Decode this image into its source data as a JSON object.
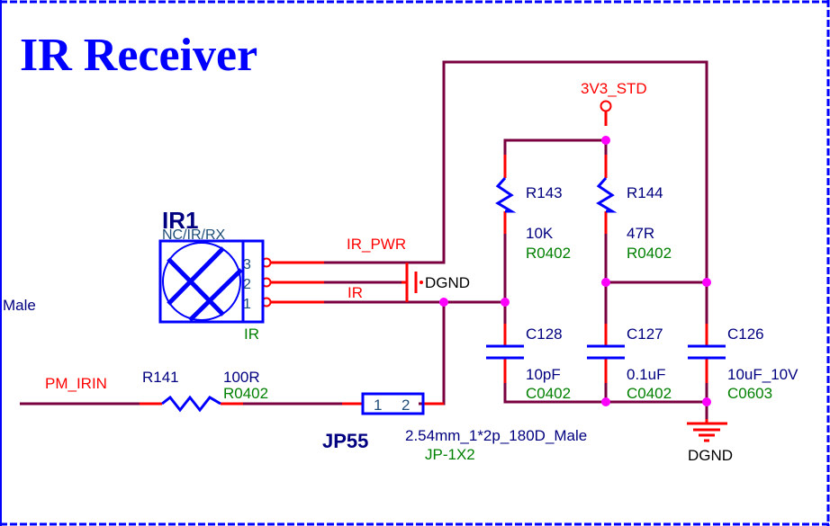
{
  "title": "IR Receiver",
  "colors": {
    "wire": "#7a0040",
    "pin_stub": "#ff0000",
    "component": "#0000ff",
    "junction": "#ff00ff",
    "net_label": "#ff0000",
    "designator": "#000080",
    "footprint": "#008000",
    "border": "#0000ff"
  },
  "left_edge_text": "Male",
  "components": {
    "ir1": {
      "designator": "IR1",
      "value": "NC/IR/RX",
      "footprint": "IR",
      "pins": [
        "3",
        "2",
        "1"
      ]
    },
    "r141": {
      "designator": "R141",
      "value": "100R",
      "footprint": "R0402"
    },
    "r143": {
      "designator": "R143",
      "value": "10K",
      "footprint": "R0402"
    },
    "r144": {
      "designator": "R144",
      "value": "47R",
      "footprint": "R0402"
    },
    "c128": {
      "designator": "C128",
      "value": "10pF",
      "footprint": "C0402"
    },
    "c127": {
      "designator": "C127",
      "value": "0.1uF",
      "footprint": "C0402"
    },
    "c126": {
      "designator": "C126",
      "value": "10uF_10V",
      "footprint": "C0603"
    },
    "jp55": {
      "designator": "JP55",
      "value": "2.54mm_1*2p_180D_Male",
      "footprint": "JP-1X2",
      "pins": [
        "1",
        "2"
      ]
    }
  },
  "nets": {
    "ir_pwr": "IR_PWR",
    "ir": "IR",
    "pm_irin": "PM_IRIN",
    "power": "3V3_STD",
    "gnd_near_ir": "DGND",
    "gnd_bottom": "DGND"
  }
}
